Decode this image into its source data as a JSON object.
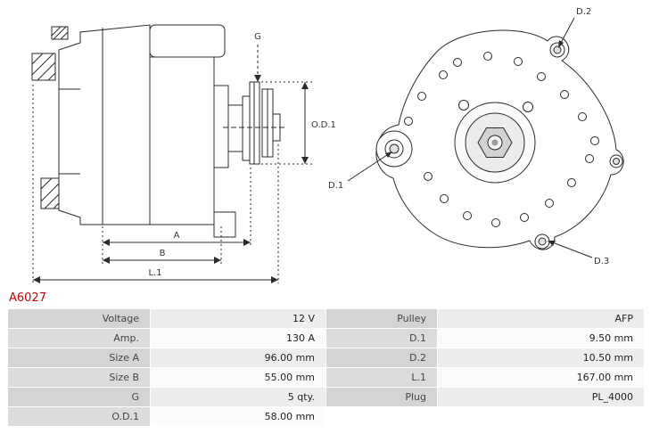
{
  "part_number": "A6027",
  "diagram": {
    "labels": {
      "g": "G",
      "od1": "O.D.1",
      "a": "A",
      "b": "B",
      "l1": "L.1",
      "d1": "D.1",
      "d2": "D.2",
      "d3": "D.3"
    }
  },
  "specs": {
    "rows": [
      {
        "label_left": "Voltage",
        "value_left": "12 V",
        "label_right": "Pulley",
        "value_right": "AFP"
      },
      {
        "label_left": "Amp.",
        "value_left": "130 A",
        "label_right": "D.1",
        "value_right": "9.50 mm"
      },
      {
        "label_left": "Size A",
        "value_left": "96.00 mm",
        "label_right": "D.2",
        "value_right": "10.50 mm"
      },
      {
        "label_left": "Size B",
        "value_left": "55.00 mm",
        "label_right": "L.1",
        "value_right": "167.00 mm"
      },
      {
        "label_left": "G",
        "value_left": "5 qty.",
        "label_right": "Plug",
        "value_right": "PL_4000"
      },
      {
        "label_left": "O.D.1",
        "value_left": "58.00 mm",
        "label_right": "",
        "value_right": ""
      }
    ]
  },
  "colors": {
    "part_number": "#cc0000",
    "drawing_line": "#2a2a2a",
    "table_label_bg": "#d9d9d9",
    "table_row_alt_bg": "#efefef"
  }
}
